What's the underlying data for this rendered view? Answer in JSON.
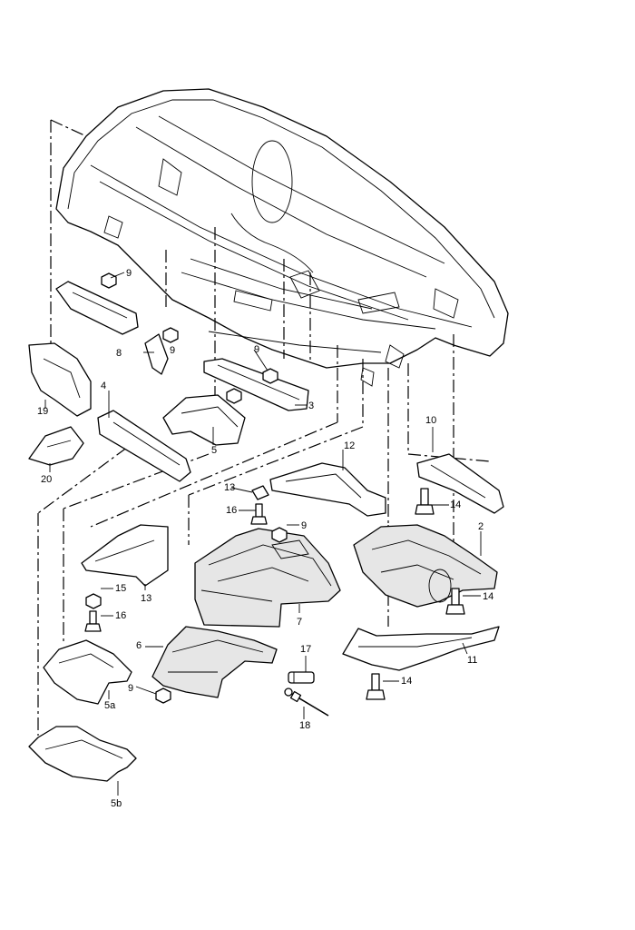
{
  "diagram": {
    "callouts": {
      "c2": "2",
      "c3": "3",
      "c4": "4",
      "c5": "5",
      "c5a": "5a",
      "c5b": "5b",
      "c6": "6",
      "c7": "7",
      "c8": "8",
      "c9a": "9",
      "c9b": "9",
      "c9c": "9",
      "c9d": "9",
      "c9e": "9",
      "c10": "10",
      "c11": "11",
      "c12": "12",
      "c13a": "13",
      "c13b": "13",
      "c14a": "14",
      "c14b": "14",
      "c14c": "14",
      "c15": "15",
      "c16a": "16",
      "c16b": "16",
      "c17": "17",
      "c18": "18",
      "c19": "19",
      "c20": "20"
    }
  }
}
